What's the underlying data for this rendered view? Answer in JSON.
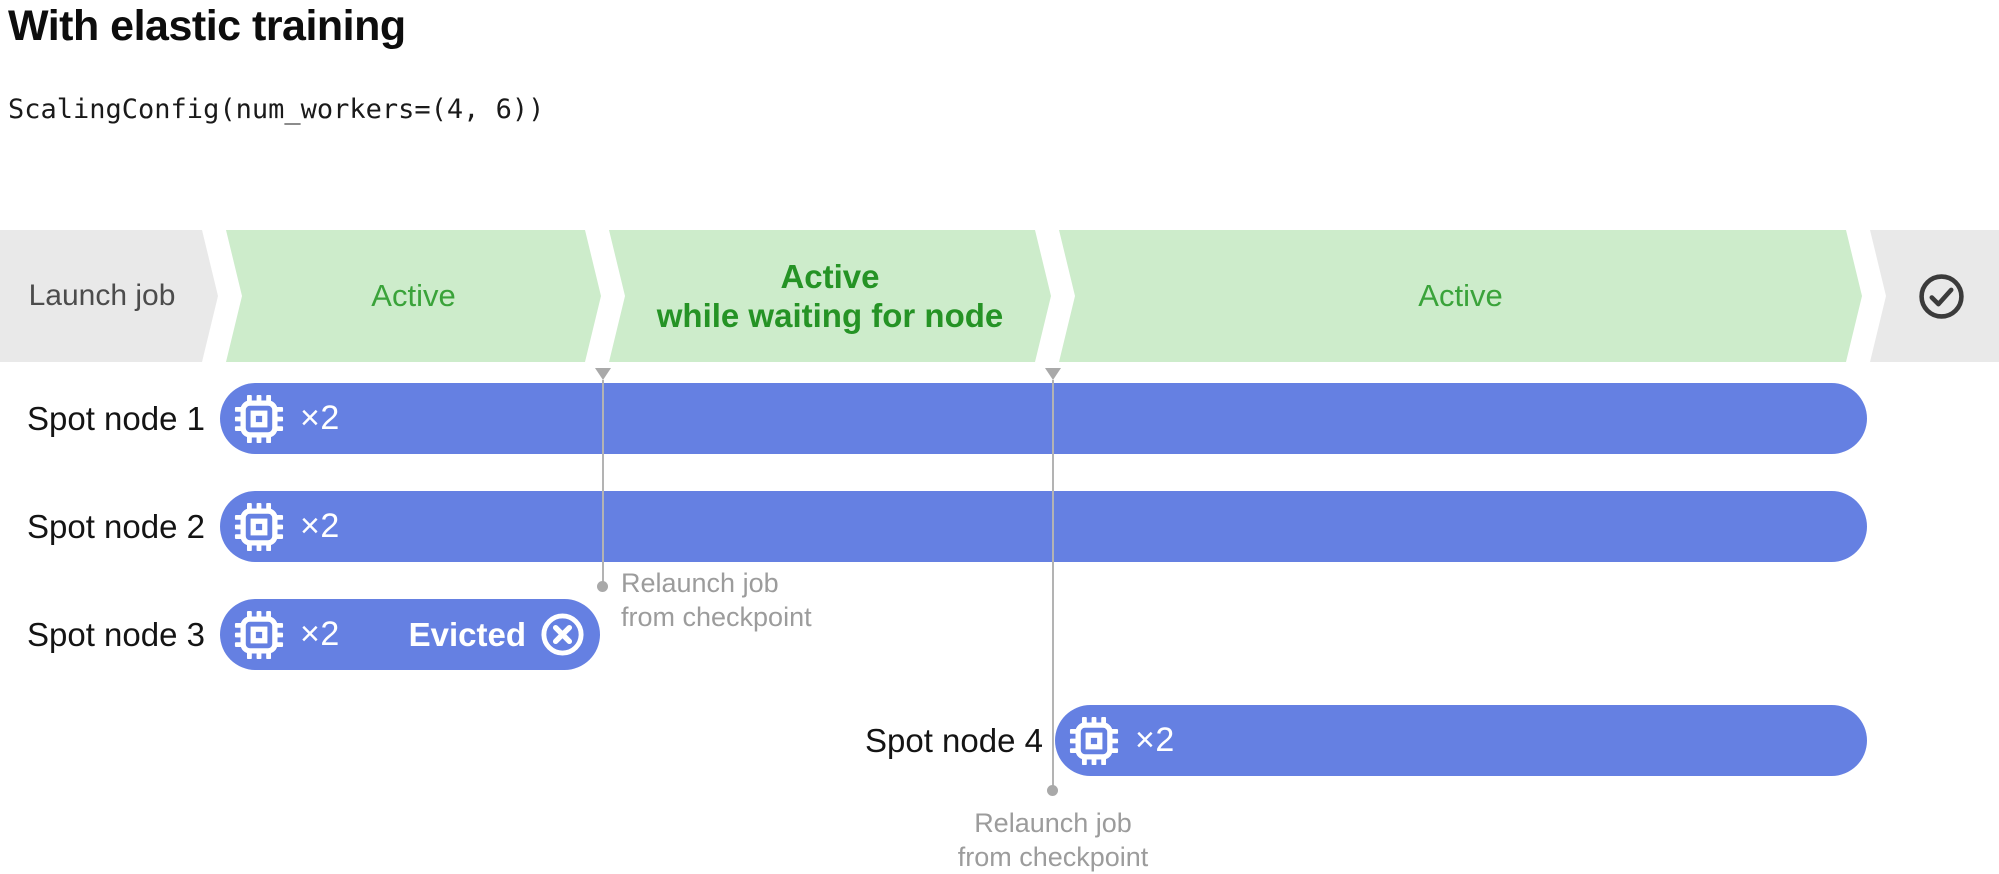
{
  "title": "With elastic training",
  "code": "ScalingConfig(num_workers=(4, 6))",
  "timeline": {
    "stages": [
      {
        "label": "Launch job",
        "style": "gray-start"
      },
      {
        "label": "Active",
        "style": "green"
      },
      {
        "label": "Active",
        "sublabel": "while waiting for node",
        "style": "green-bold"
      },
      {
        "label": "Active",
        "style": "green"
      },
      {
        "label": "",
        "style": "gray-end",
        "icon": "check-circle"
      }
    ]
  },
  "nodes": [
    {
      "label": "Spot node 1",
      "gpu_multiplier": "×2"
    },
    {
      "label": "Spot node 2",
      "gpu_multiplier": "×2"
    },
    {
      "label": "Spot node 3",
      "gpu_multiplier": "×2",
      "status": "Evicted",
      "status_icon": "x-circle"
    },
    {
      "label": "Spot node 4",
      "gpu_multiplier": "×2"
    }
  ],
  "annotations": [
    {
      "line1": "Relaunch job",
      "line2": "from checkpoint"
    },
    {
      "line1": "Relaunch job",
      "line2": "from checkpoint"
    }
  ],
  "colors": {
    "bar_blue": "#6580e2",
    "stage_green_bg": "#cdeccb",
    "stage_green_text": "#3aa33a",
    "stage_green_bold_text": "#259325",
    "stage_gray_bg": "#e9e9e9",
    "stage_gray_text": "#4c4c4c",
    "annotation_gray": "#9c9c9c"
  }
}
